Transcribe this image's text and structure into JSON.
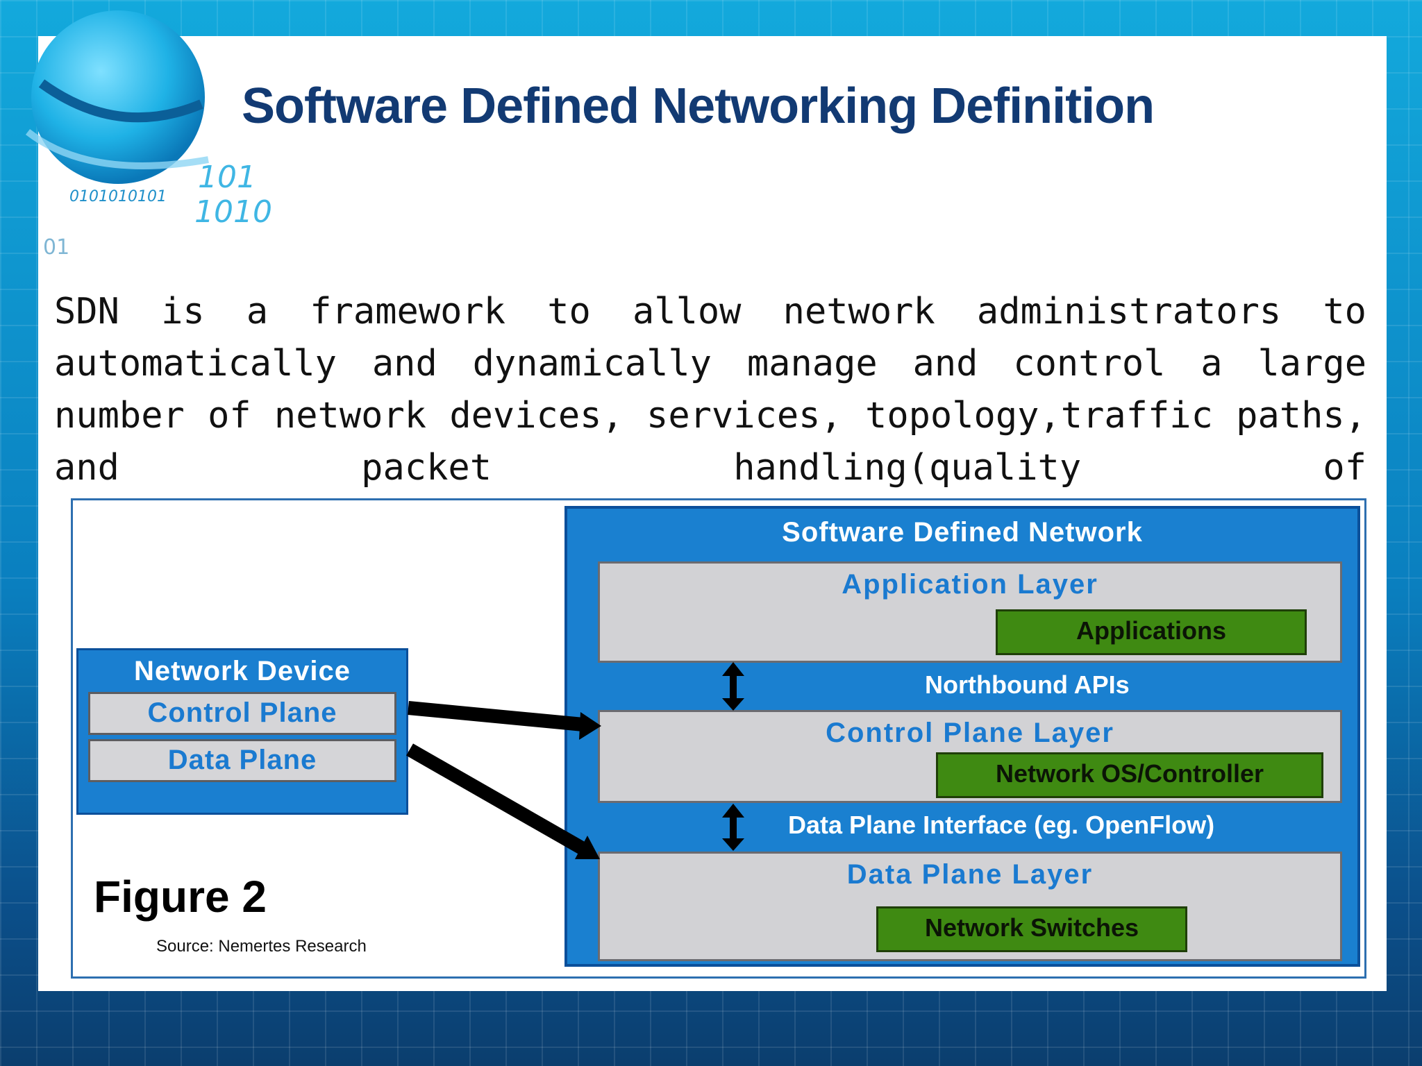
{
  "slide": {
    "title": "Software Defined Networking Definition",
    "body": "SDN is a framework to allow network administrators to automatically and dynamically manage and control a large number of network devices, services, topology,traffic paths, and packet handling(quality of",
    "globe_digits": [
      "101",
      "0101010101",
      "1010",
      "01"
    ]
  },
  "figure": {
    "label": "Figure 2",
    "source": "Source: Nemertes Research",
    "network_device": {
      "title": "Network Device",
      "rows": [
        "Control Plane",
        "Data Plane"
      ]
    },
    "sdn": {
      "title": "Software Defined Network",
      "application_layer": {
        "title": "Application Layer",
        "box": "Applications"
      },
      "northbound": "Northbound APIs",
      "control_layer": {
        "title": "Control Plane Layer",
        "box": "Network OS/Controller"
      },
      "southbound": "Data Plane Interface (eg. OpenFlow)",
      "data_layer": {
        "title": "Data Plane Layer",
        "box": "Network Switches"
      }
    }
  },
  "colors": {
    "title": "#123a73",
    "diagram_blue": "#1a80d0",
    "layer_gray": "#d2d2d5",
    "green_box": "#3f8a12"
  }
}
